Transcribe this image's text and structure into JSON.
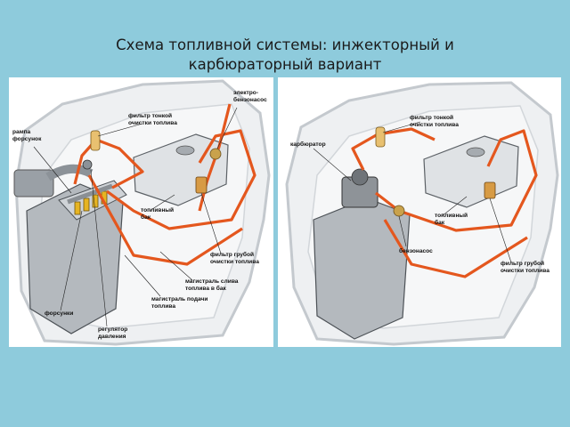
{
  "slide": {
    "title_line1": "Схема топливной системы: инжекторный и",
    "title_line2": "карбюраторный вариант"
  },
  "colors": {
    "background": "#8ecbdc",
    "fuel_line": "#e4571e",
    "body_outline": "#b9bfc6"
  },
  "diagram_left": {
    "caption": "injector",
    "labels": {
      "rail": "рампа\nфорсунок",
      "fine_filter": "фильтр тонкой\nочистки топлива",
      "pump": "электро-\nбензонасос",
      "tank": "топливный\nбак",
      "coarse_filter": "фильтр грубой\nочистки топлива",
      "return_line": "магистраль слива\nтоплива в бак",
      "supply_line": "магистраль подачи\nтоплива",
      "injectors": "форсунки",
      "regulator": "регулятор\nдавления"
    }
  },
  "diagram_right": {
    "labels": {
      "fine_filter": "фильтр тонкой\nочистки топлива",
      "carburetor": "карбюратор",
      "tank": "топливный\nбак",
      "pump": "бензонасос",
      "coarse_filter": "фильтр грубой\nочистки топлива"
    }
  }
}
